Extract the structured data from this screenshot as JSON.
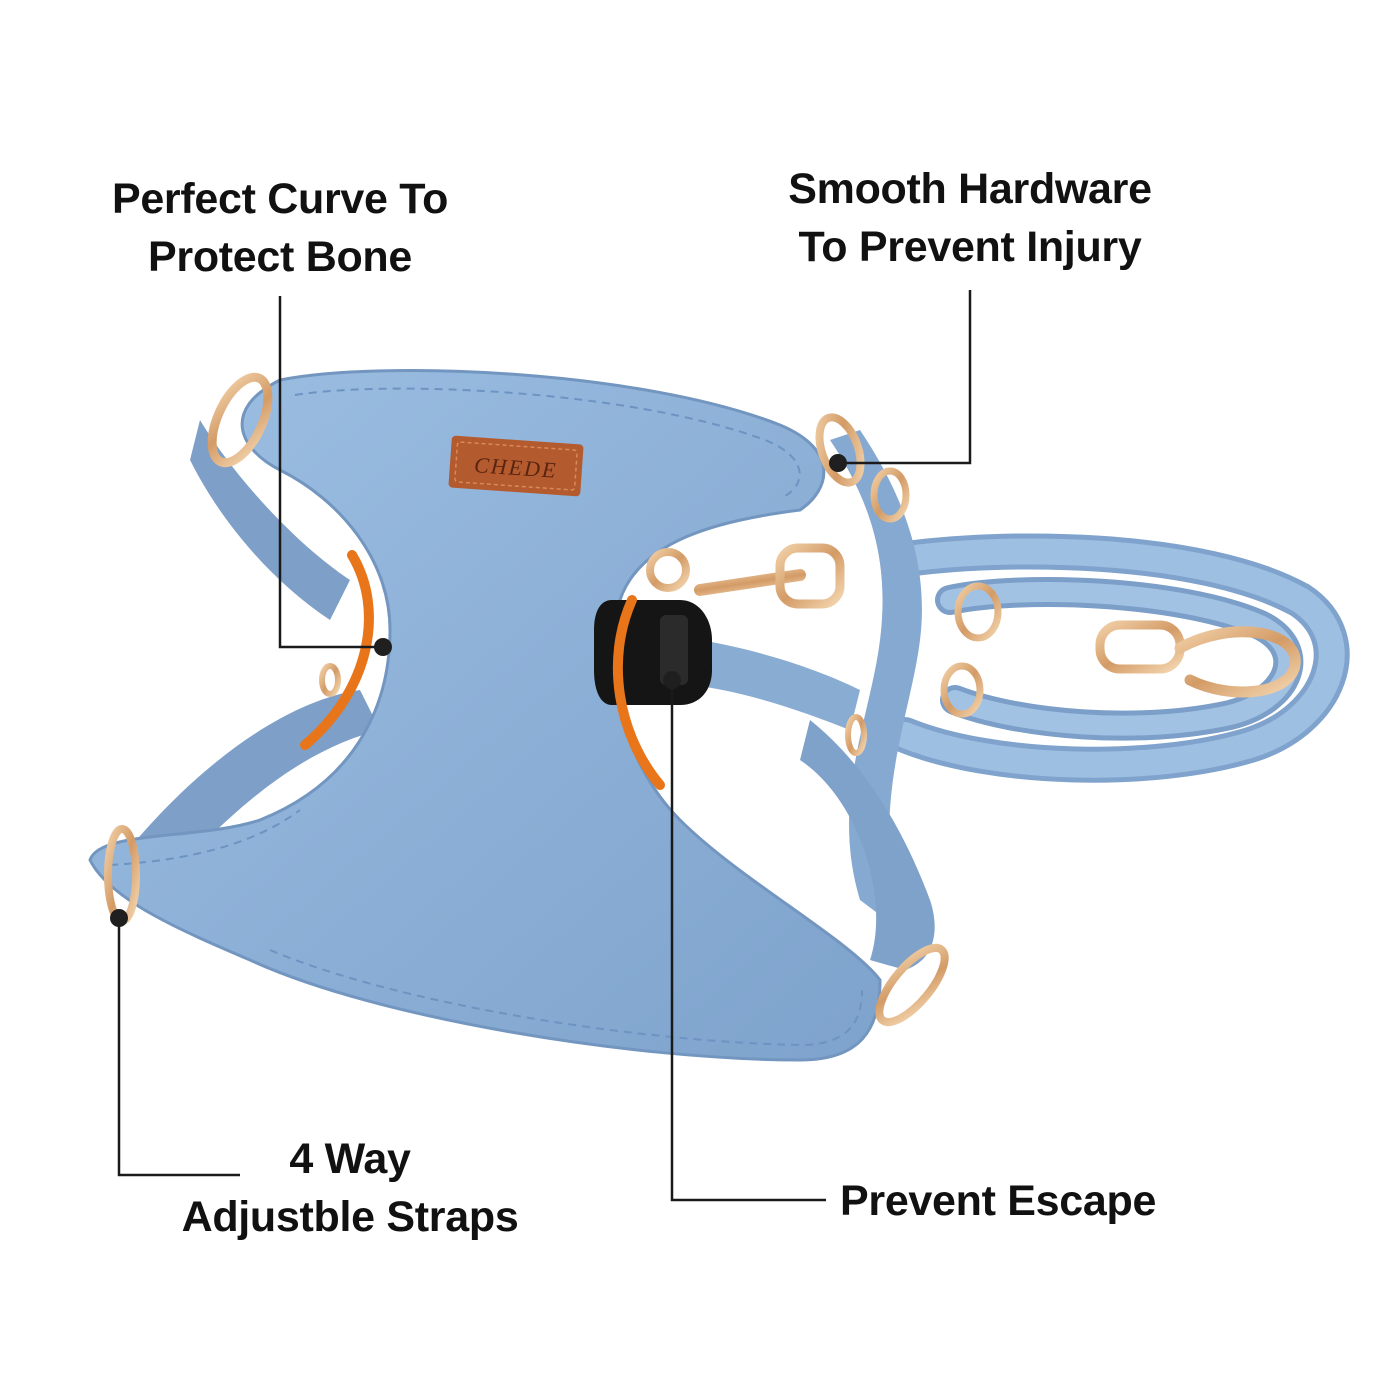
{
  "brand_tag": "CHEDE",
  "callouts": {
    "curve": {
      "line1": "Perfect Curve To",
      "line2": "Protect Bone"
    },
    "hardware": {
      "line1": "Smooth Hardware",
      "line2": "To Prevent Injury"
    },
    "straps": {
      "line1": "4 Way",
      "line2": "Adjustble Straps"
    },
    "escape": {
      "line1": "Prevent Escape"
    }
  },
  "colors": {
    "background": "#ffffff",
    "suede": "#8fb2d8",
    "suede_dark": "#6f93bd",
    "hardware": "#d9a878",
    "accent_arc": "#e8751a",
    "buckle": "#1a1a1a",
    "tag": "#b35a2e",
    "text": "#111111"
  }
}
